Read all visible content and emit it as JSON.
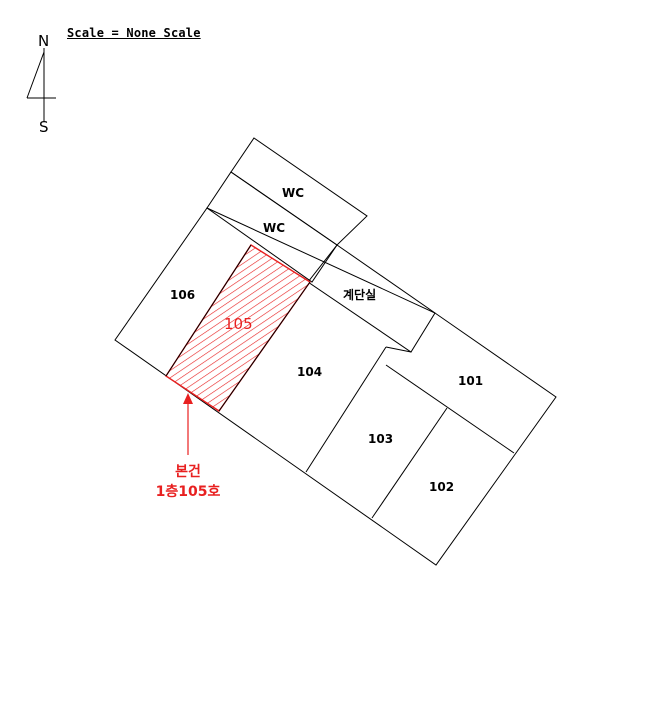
{
  "scale": {
    "text": "Scale = None Scale"
  },
  "compass": {
    "north": "N",
    "south": "S"
  },
  "units": {
    "wc_upper": "WC",
    "wc_lower": "WC",
    "stairs": "계단실",
    "u101": "101",
    "u102": "102",
    "u103": "103",
    "u104": "104",
    "u105": "105",
    "u106": "106"
  },
  "callout": {
    "line1": "본건",
    "line2": "1층105호"
  },
  "colors": {
    "line": "#000000",
    "subject": "#e82020",
    "background": "#ffffff"
  }
}
